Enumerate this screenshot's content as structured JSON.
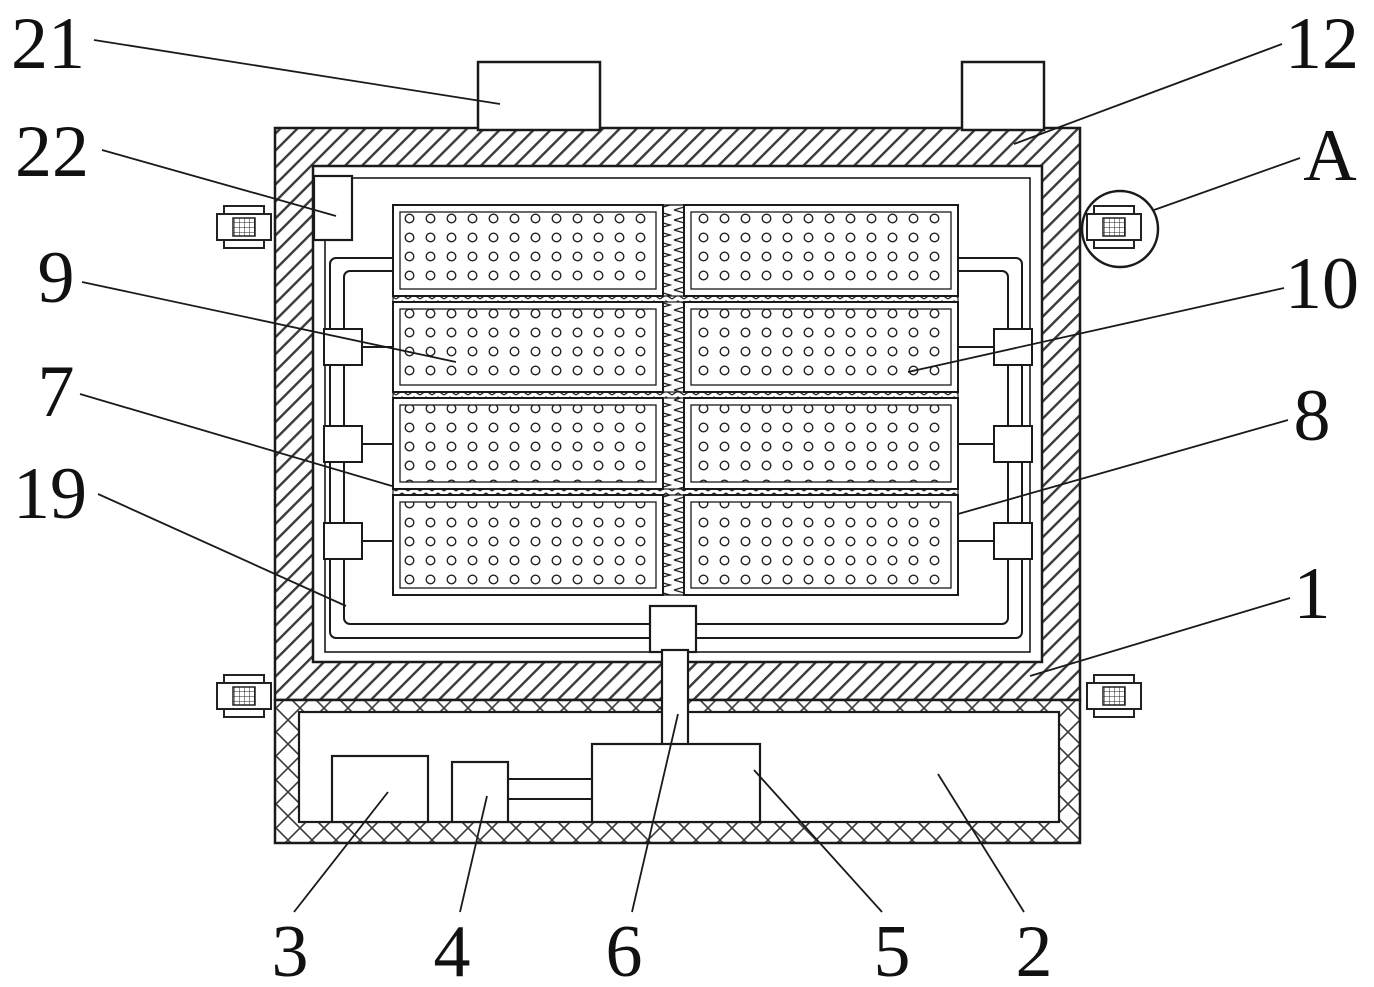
{
  "diagram": {
    "labels": {
      "n21": "21",
      "n22": "22",
      "n9": "9",
      "n7": "7",
      "n19": "19",
      "n12": "12",
      "nA": "A",
      "n10": "10",
      "n8": "8",
      "n1": "1",
      "n3": "3",
      "n4": "4",
      "n6": "6",
      "n5": "5",
      "n2": "2"
    },
    "panel_grid": {
      "rows": 4,
      "cols": 2
    },
    "colors": {
      "line": "#1a1a1a",
      "background": "#ffffff"
    }
  }
}
